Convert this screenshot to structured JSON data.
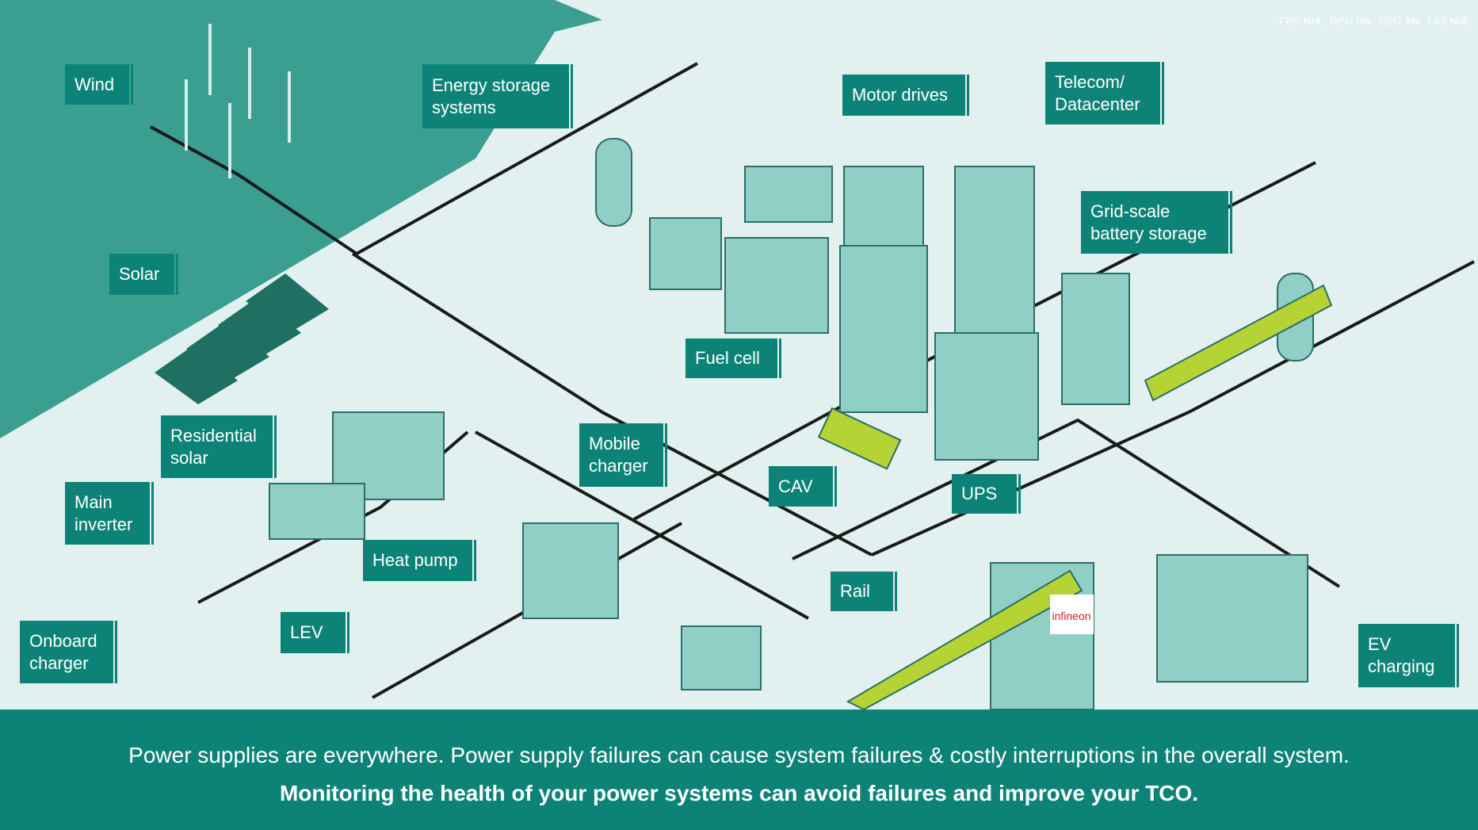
{
  "stats": {
    "fps_label": "FPS",
    "fps": "N/A",
    "gpu_label": "GPU",
    "gpu": "0%",
    "cpu_label": "CPU",
    "cpu": "3%",
    "lat_label": "LAT",
    "lat": "N/A"
  },
  "labels": {
    "wind": "Wind",
    "energy_storage": "Energy storage\nsystems",
    "motor_drives": "Motor drives",
    "telecom": "Telecom/\nDatacenter",
    "solar": "Solar",
    "grid_battery": "Grid-scale\nbattery storage",
    "fuel_cell": "Fuel cell",
    "residential_solar": "Residential\nsolar",
    "mobile_charger": "Mobile\ncharger",
    "cav": "CAV",
    "main_inverter": "Main\ninverter",
    "ups": "UPS",
    "heat_pump": "Heat pump",
    "rail": "Rail",
    "lev": "LEV",
    "onboard_charger": "Onboard\ncharger",
    "ev_charging": "EV\ncharging"
  },
  "logo": "infineon",
  "banner": {
    "line1": "Power supplies are everywhere. Power supply failures can cause system failures & costly interruptions in the overall system.",
    "line2": "Monitoring the health of your power systems can avoid failures and improve your TCO."
  },
  "colors": {
    "brand": "#0d8377",
    "land": "#3a9e90",
    "background": "#e2f1f0",
    "accent": "#b5d334"
  }
}
